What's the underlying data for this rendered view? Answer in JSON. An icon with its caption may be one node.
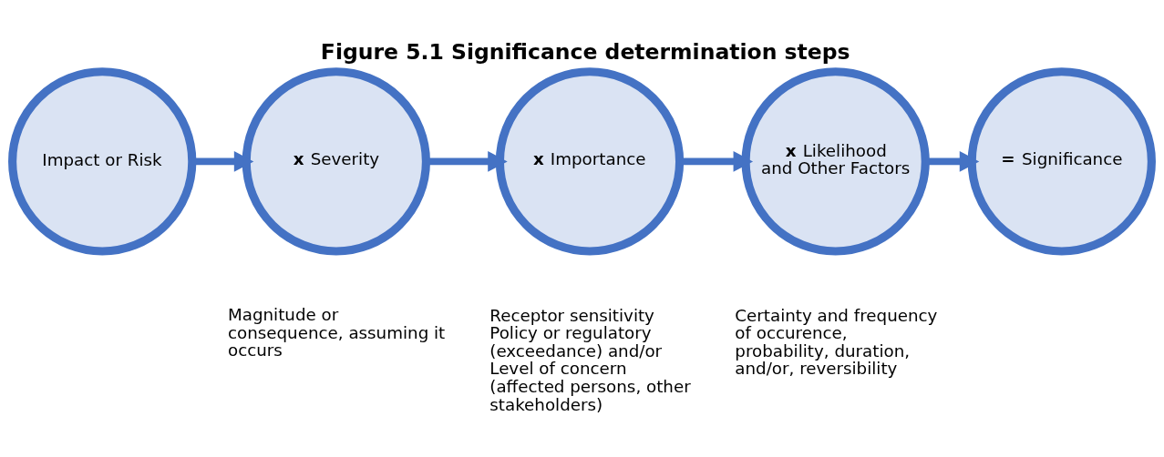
{
  "diagram": {
    "title": "Figure 5.1 Significance determination steps",
    "nodes": [
      {
        "text": [
          "Impact or Risk"
        ]
      },
      {
        "text": [
          "**x** Severity"
        ],
        "beside": [
          "Magnitude or consequence, assuming it occurs"
        ]
      },
      {
        "text": [
          "**x** Importance"
        ],
        "beside": [
          "Receptor sensitivity",
          "Policy or regulatory (exceedance) and/or",
          "Level of concern",
          "(affected persons, other stakeholders)"
        ]
      },
      {
        "text": [
          "**x** Likelihood and Other Factors"
        ],
        "beside": [
          "Certainty and frequency of occurence, probability, duration, and/or, reversibility"
        ]
      },
      {
        "text": [
          "**=** Significance"
        ]
      }
    ],
    "edges": [
      {
        "from": 0,
        "to": 1,
        "arrow": "to"
      },
      {
        "from": 1,
        "to": 2,
        "arrow": "to"
      },
      {
        "from": 2,
        "to": 3,
        "arrow": "to"
      },
      {
        "from": 3,
        "to": 4,
        "arrow": "to"
      }
    ]
  }
}
